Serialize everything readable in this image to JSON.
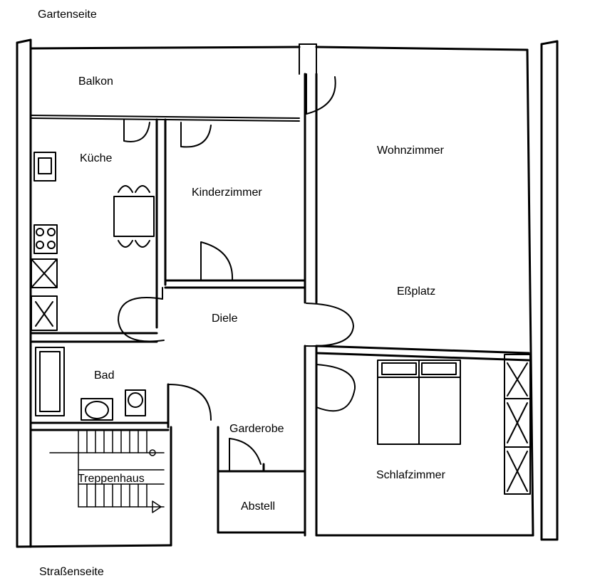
{
  "plan": {
    "side_top": "Gartenseite",
    "side_bottom": "Straßenseite",
    "rooms": {
      "balkon": "Balkon",
      "kueche": "Küche",
      "kinderzimmer": "Kinderzimmer",
      "wohnzimmer": "Wohnzimmer",
      "essplatz": "Eßplatz",
      "diele": "Diele",
      "bad": "Bad",
      "garderobe": "Garderobe",
      "treppenhaus": "Treppenhaus",
      "schlafzimmer": "Schlafzimmer",
      "abstell": "Abstell"
    }
  }
}
